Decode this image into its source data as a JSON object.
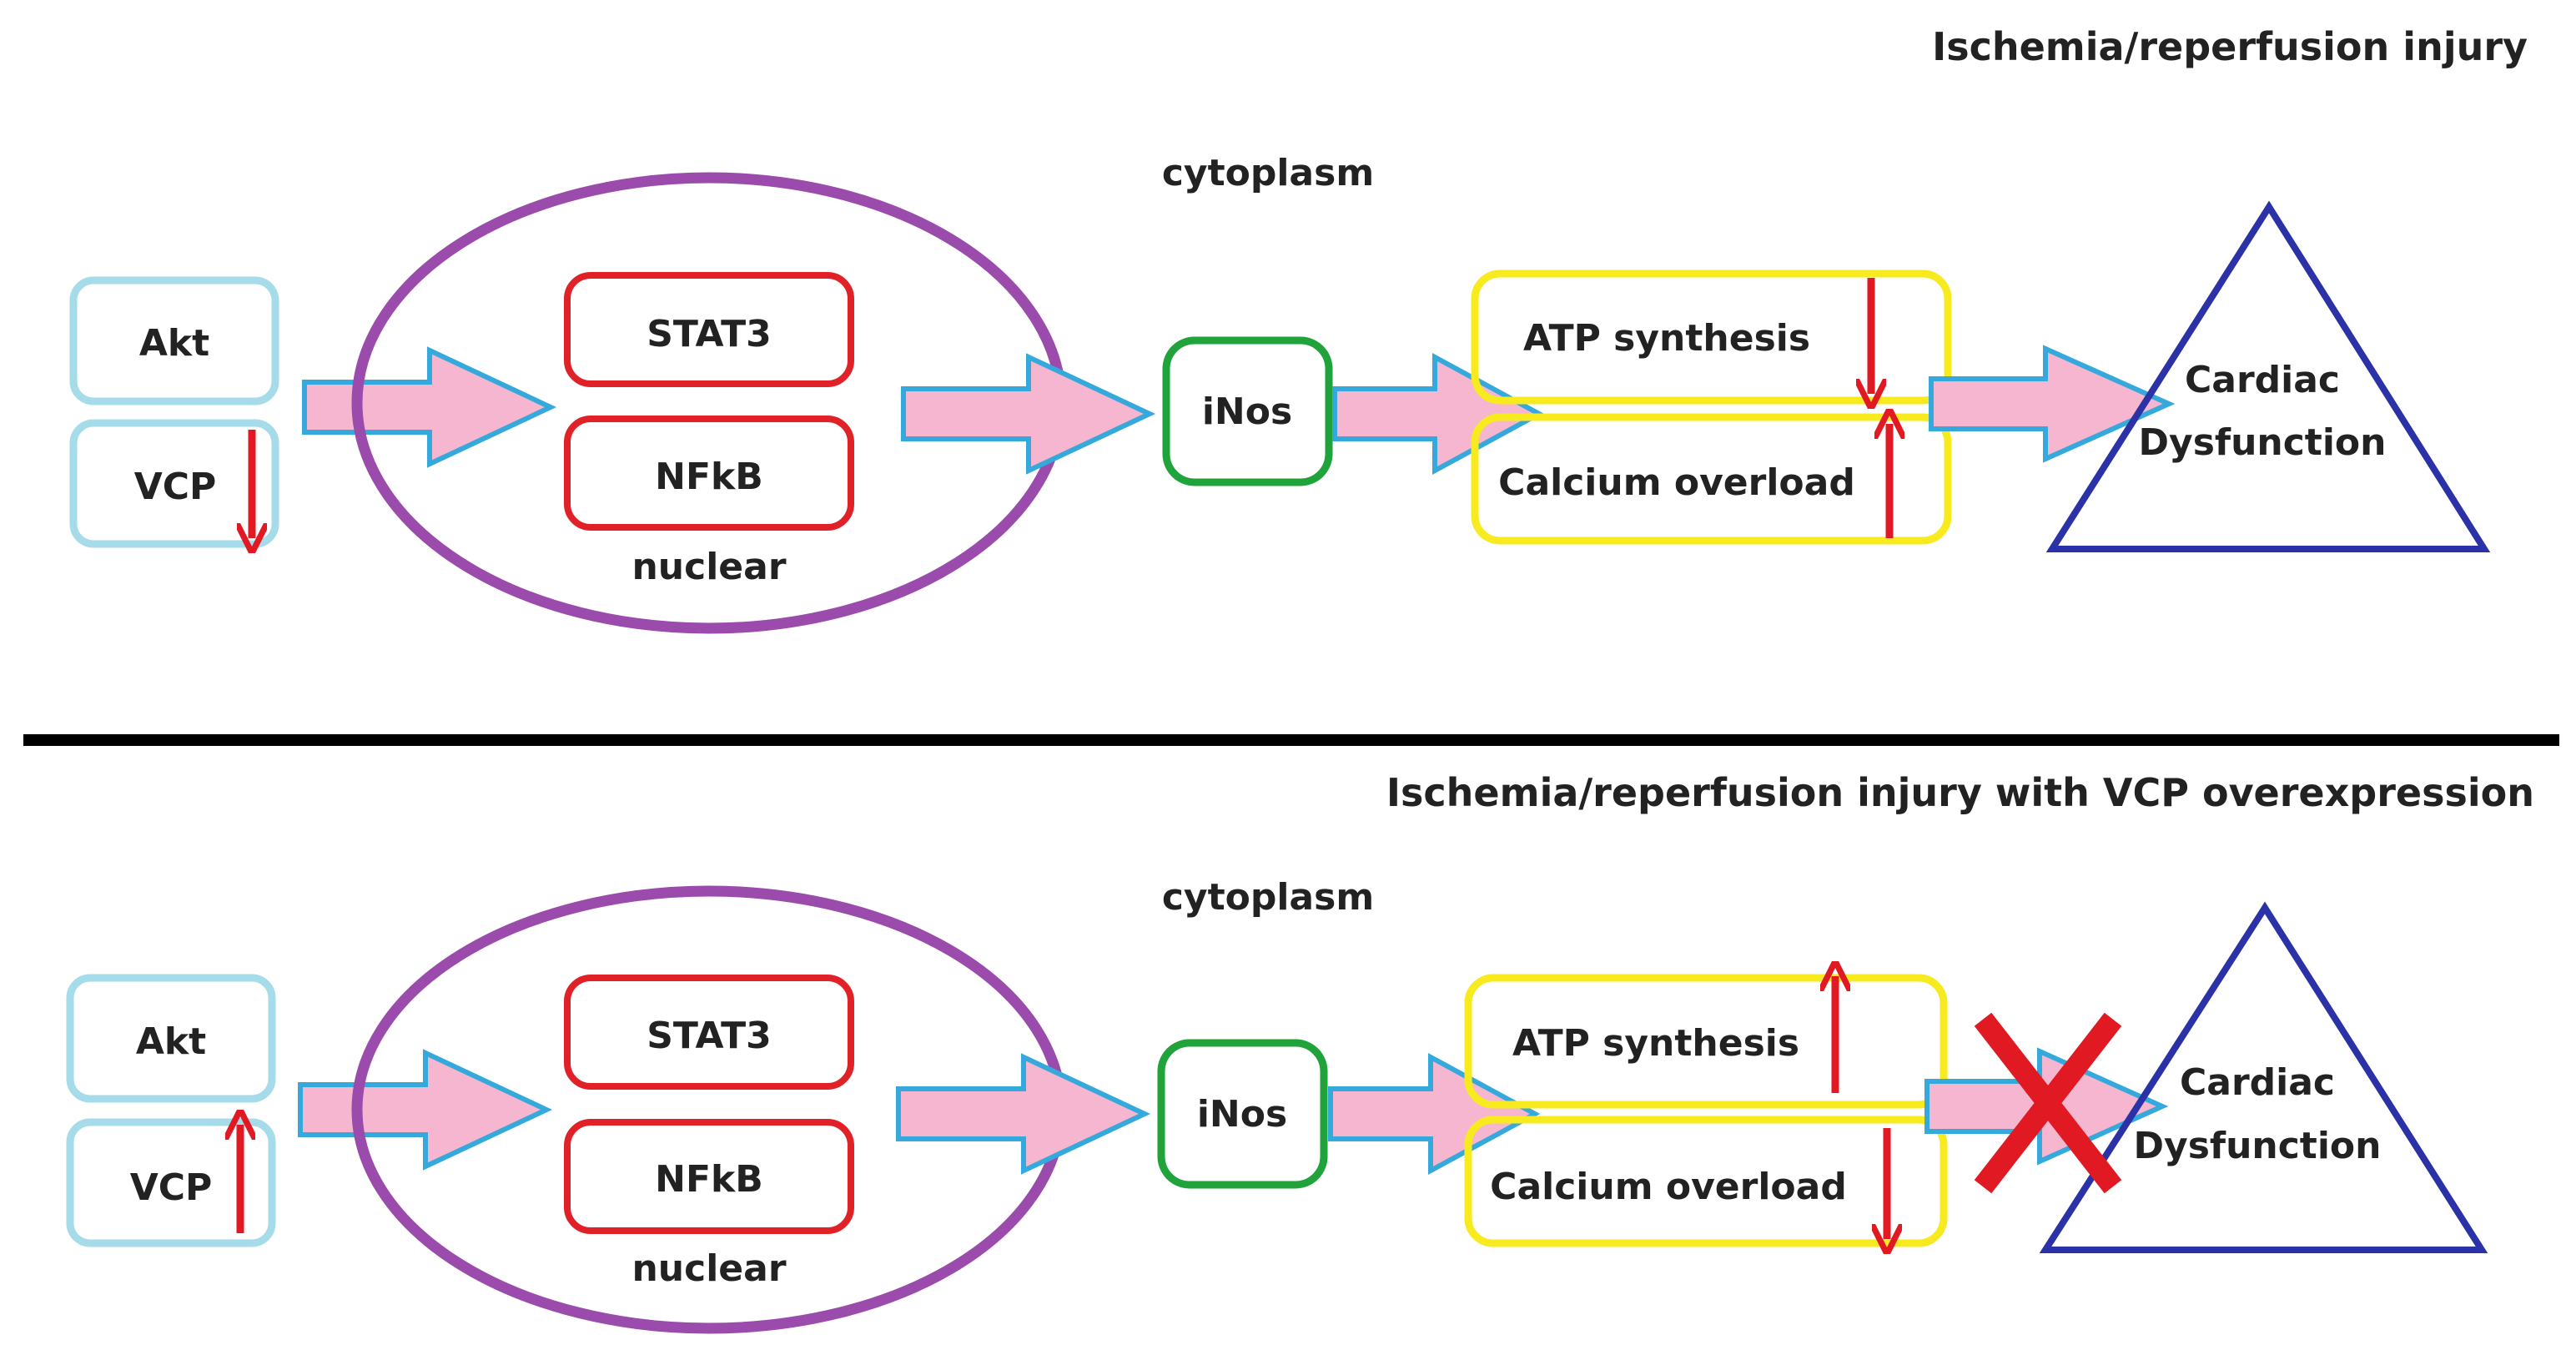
{
  "panels": [
    {
      "title": "Ischemia/reperfusion injury",
      "cytoplasm_label": "cytoplasm",
      "nuclear_label": "nuclear",
      "akt_label": "Akt",
      "vcp_label": "VCP",
      "vcp_arrow": "down",
      "stat3_label": "STAT3",
      "nfkb_label": "NFkB",
      "inos_label": "iNos",
      "atp_label": "ATP synthesis",
      "atp_arrow": "down",
      "calcium_label": "Calcium overload",
      "calcium_arrow": "up",
      "outcome_line1": "Cardiac",
      "outcome_line2": "Dysfunction",
      "outcome_blocked": false
    },
    {
      "title": "Ischemia/reperfusion injury with VCP overexpression",
      "cytoplasm_label": "cytoplasm",
      "nuclear_label": "nuclear",
      "akt_label": "Akt",
      "vcp_label": "VCP",
      "vcp_arrow": "up",
      "stat3_label": "STAT3",
      "nfkb_label": "NFkB",
      "inos_label": "iNos",
      "atp_label": "ATP synthesis",
      "atp_arrow": "up",
      "calcium_label": "Calcium overload",
      "calcium_arrow": "down",
      "outcome_line1": "Cardiac",
      "outcome_line2": "Dysfunction",
      "outcome_blocked": true
    }
  ],
  "colors": {
    "light_blue_box": "#a6dcea",
    "purple_nucleus": "#9a4bab",
    "red_box": "#e02128",
    "green_box": "#1fa33a",
    "yellow_box": "#f7ea1f",
    "navy_triangle": "#2b32a8",
    "pink_arrow": "#f6b6cf",
    "arrow_outline": "#36a9dc",
    "red_arrow": "#e01922",
    "divider": "#000000"
  }
}
